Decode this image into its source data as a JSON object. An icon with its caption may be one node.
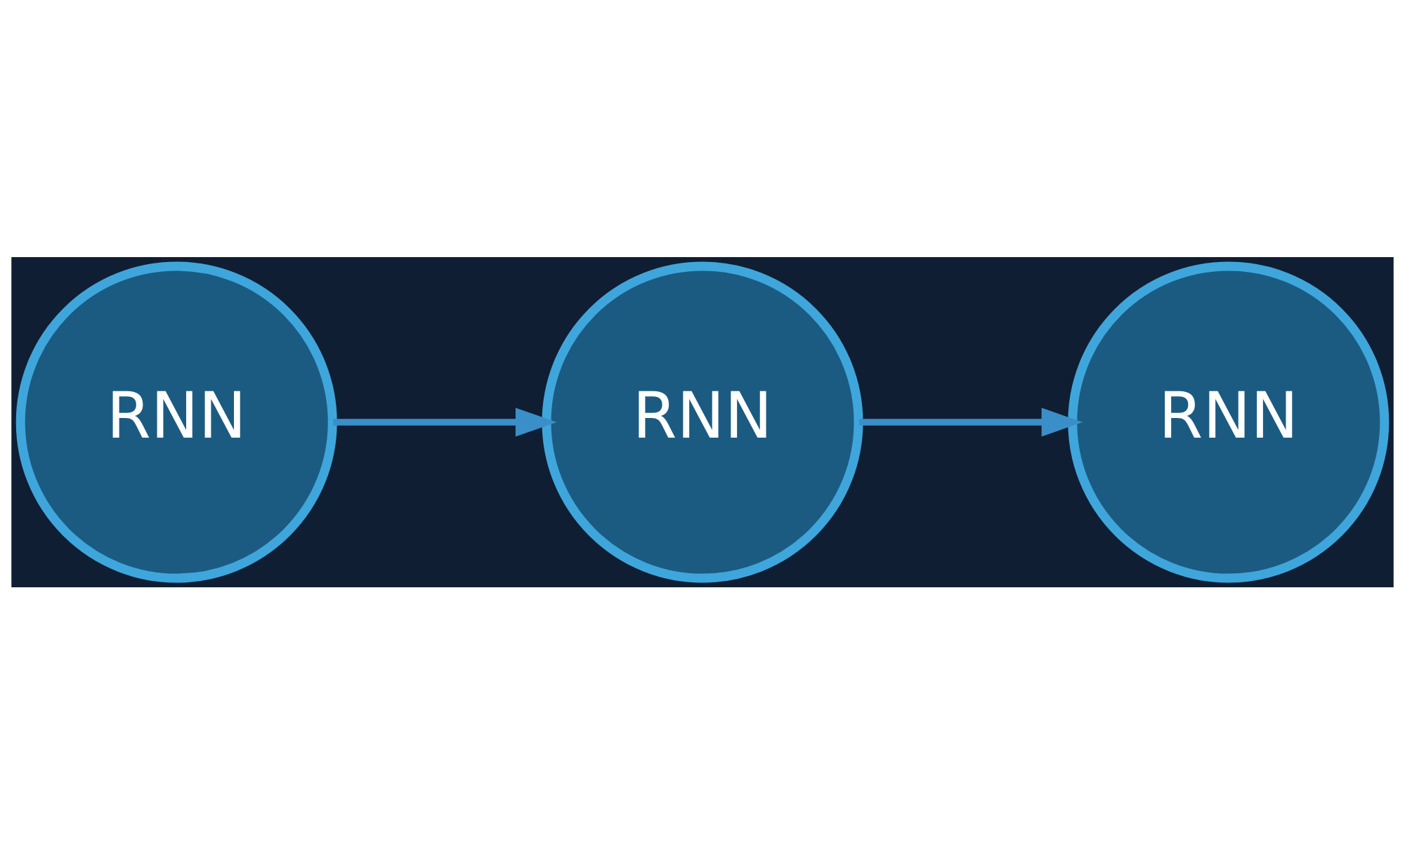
{
  "diagram": {
    "nodes": [
      {
        "text": [
          "RNN"
        ]
      },
      {
        "text": [
          "RNN"
        ]
      },
      {
        "text": [
          "RNN"
        ]
      }
    ],
    "edges": [
      {
        "from": 0,
        "to": 1,
        "arrow": "to"
      },
      {
        "from": 1,
        "to": 2,
        "arrow": "to"
      }
    ]
  }
}
